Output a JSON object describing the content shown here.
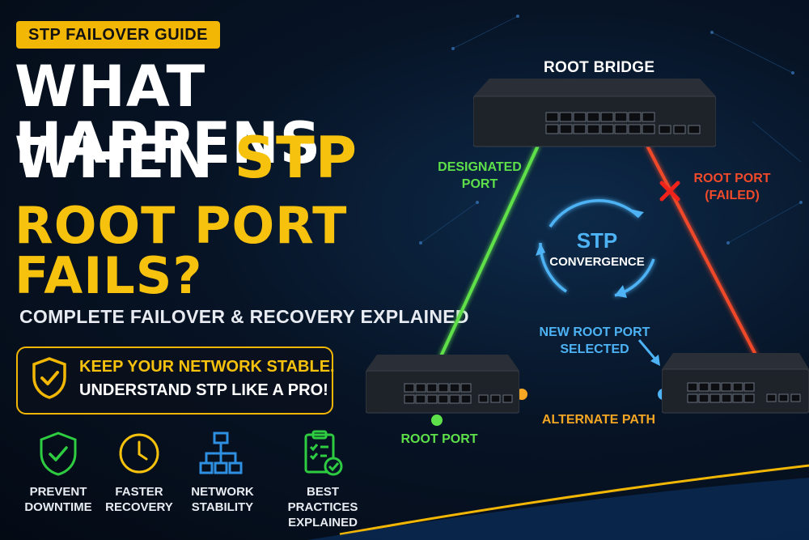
{
  "badge": "STP FAILOVER GUIDE",
  "headline": {
    "line1": "WHAT HAPPENS",
    "line2_a": "WHEN ",
    "line2_b": "STP",
    "line3": "ROOT PORT FAILS?"
  },
  "subtitle": "COMPLETE FAILOVER & RECOVERY EXPLAINED",
  "tip": {
    "line1": "KEEP YOUR NETWORK STABLE.",
    "line2": "UNDERSTAND STP LIKE A PRO!",
    "icon": "shield-check-icon"
  },
  "features": [
    {
      "icon": "shield-check-icon",
      "line1": "PREVENT",
      "line2": "DOWNTIME",
      "color": "#2ecc40"
    },
    {
      "icon": "clock-icon",
      "line1": "FASTER",
      "line2": "RECOVERY",
      "color": "#f6c20d"
    },
    {
      "icon": "network-tree-icon",
      "line1": "NETWORK",
      "line2": "STABILITY",
      "color": "#2f8fe0"
    },
    {
      "icon": "checklist-icon",
      "line1": "BEST PRACTICES",
      "line2": "EXPLAINED",
      "color": "#2ecc40"
    }
  ],
  "diagram": {
    "root_bridge": "ROOT BRIDGE",
    "designated_port": [
      "DESIGNATED",
      "PORT"
    ],
    "root_port_failed": [
      "ROOT PORT",
      "(FAILED)"
    ],
    "convergence": [
      "STP",
      "CONVERGENCE"
    ],
    "new_root_port": [
      "NEW ROOT PORT",
      "SELECTED"
    ],
    "alternate_path": "ALTERNATE PATH",
    "root_port": "ROOT PORT"
  },
  "colors": {
    "accent": "#f6c20d",
    "green": "#5ee04a",
    "red": "#f04a2a",
    "orange": "#f5a623",
    "blue": "#4db3f5"
  }
}
